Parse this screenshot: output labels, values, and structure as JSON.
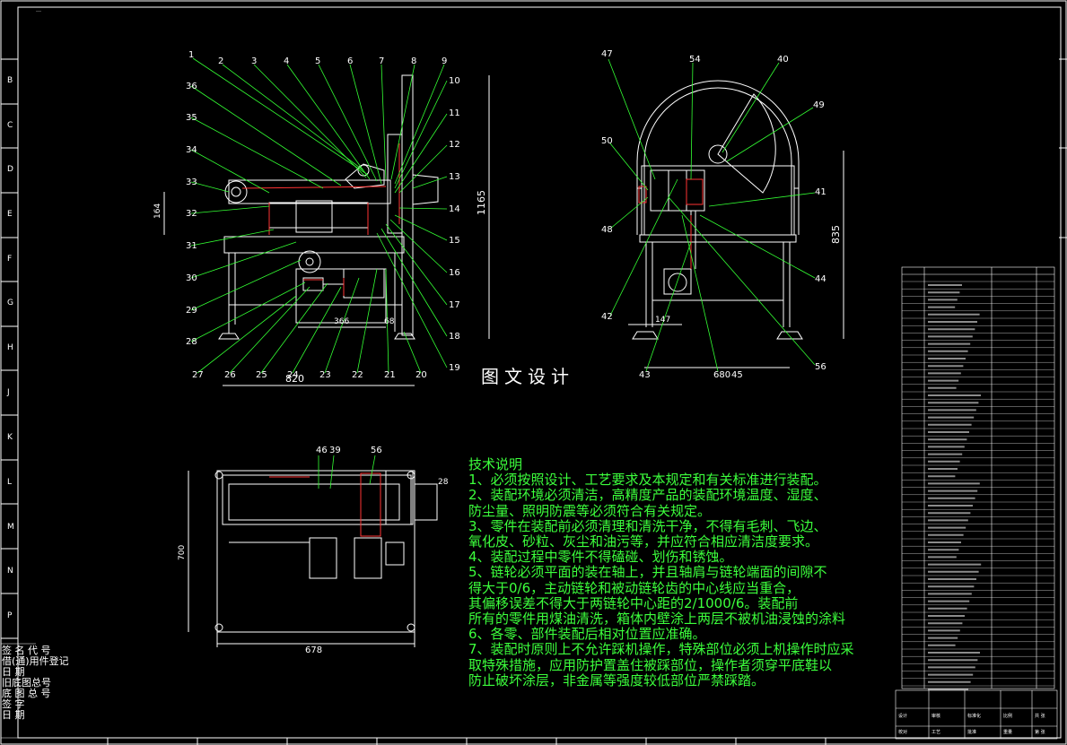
{
  "sheet": {
    "background": "#000000",
    "frame_color": "#ffffff",
    "line_color": "#ffffff",
    "leader_color": "#33ff33",
    "part_color": "#ff3333",
    "border_rows": [
      "B",
      "C",
      "D",
      "E",
      "F",
      "G",
      "H",
      "J",
      "K",
      "L",
      "M",
      "N",
      "P"
    ],
    "top_left_tag": "…"
  },
  "watermark": "图文设计",
  "views": {
    "front": {
      "balloons_top": [
        "1",
        "2",
        "3",
        "4",
        "5",
        "6",
        "7",
        "8",
        "9"
      ],
      "balloons_right": [
        "10",
        "11",
        "12",
        "13",
        "14",
        "15",
        "16",
        "17",
        "18",
        "19"
      ],
      "balloons_left": [
        "36",
        "35",
        "34",
        "33",
        "32",
        "31",
        "30",
        "29",
        "28"
      ],
      "balloons_bottom": [
        "27",
        "26",
        "25",
        "24",
        "23",
        "22",
        "21",
        "20"
      ],
      "dims": {
        "height_total": "1165",
        "height_left": "164",
        "width_mid": "366",
        "width_small": "68",
        "width_base": "820"
      }
    },
    "side": {
      "balloons": [
        "47",
        "54",
        "40",
        "49",
        "50",
        "41",
        "48",
        "44",
        "42",
        "56",
        "43"
      ],
      "dims": {
        "height": "835",
        "width_a": "147",
        "width_b": "680",
        "width_c": "45"
      }
    },
    "top": {
      "balloons": [
        "46",
        "39",
        "56"
      ],
      "dims": {
        "height": "700",
        "width": "678",
        "small": "28"
      }
    }
  },
  "notes": {
    "title": "技术说明",
    "lines": [
      "1、必须按照设计、工艺要求及本规定和有关标准进行装配。",
      "2、装配环境必须清洁，高精度产品的装配环境温度、湿度、",
      "   防尘量、照明防震等必须符合有关规定。",
      "3、零件在装配前必须清理和清洗干净，不得有毛刺、飞边、",
      "   氧化皮、砂粒、灰尘和油污等，并应符合相应清洁度要求。",
      "4、装配过程中零件不得磕碰、划伤和锈蚀。",
      "5、链轮必须平面的装在轴上，并且轴肩与链轮端面的间隙不",
      "   得大于0/6，主动链轮和被动链轮齿的中心线应当重合，",
      "   其偏移误差不得大于两链轮中心距的2/1000/6。装配前",
      "   所有的零件用煤油清洗，箱体内壁涂上两层不被机油浸蚀的涂料",
      "6、各零、部件装配后相对位置应准确。",
      "7、装配时原则上不允许踩机操作，特殊部位必须上机操作时应采",
      "   取特殊措施，应用防护置盖住被踩部位，操作者须穿平底鞋以",
      "   防止破坏涂层，非金属等强度较低部位严禁踩踏。"
    ]
  },
  "left_table": [
    "借(通)用件登记",
    "签 名 代 号",
    "日     期",
    "旧底图总号",
    "底 图 总 号",
    "签     字",
    "日     期"
  ],
  "title_block": {
    "cells": [
      "设计",
      "校对",
      "审核",
      "工艺",
      "标准化",
      "批准",
      "比例",
      "重量",
      "共 张",
      "第 张"
    ]
  }
}
